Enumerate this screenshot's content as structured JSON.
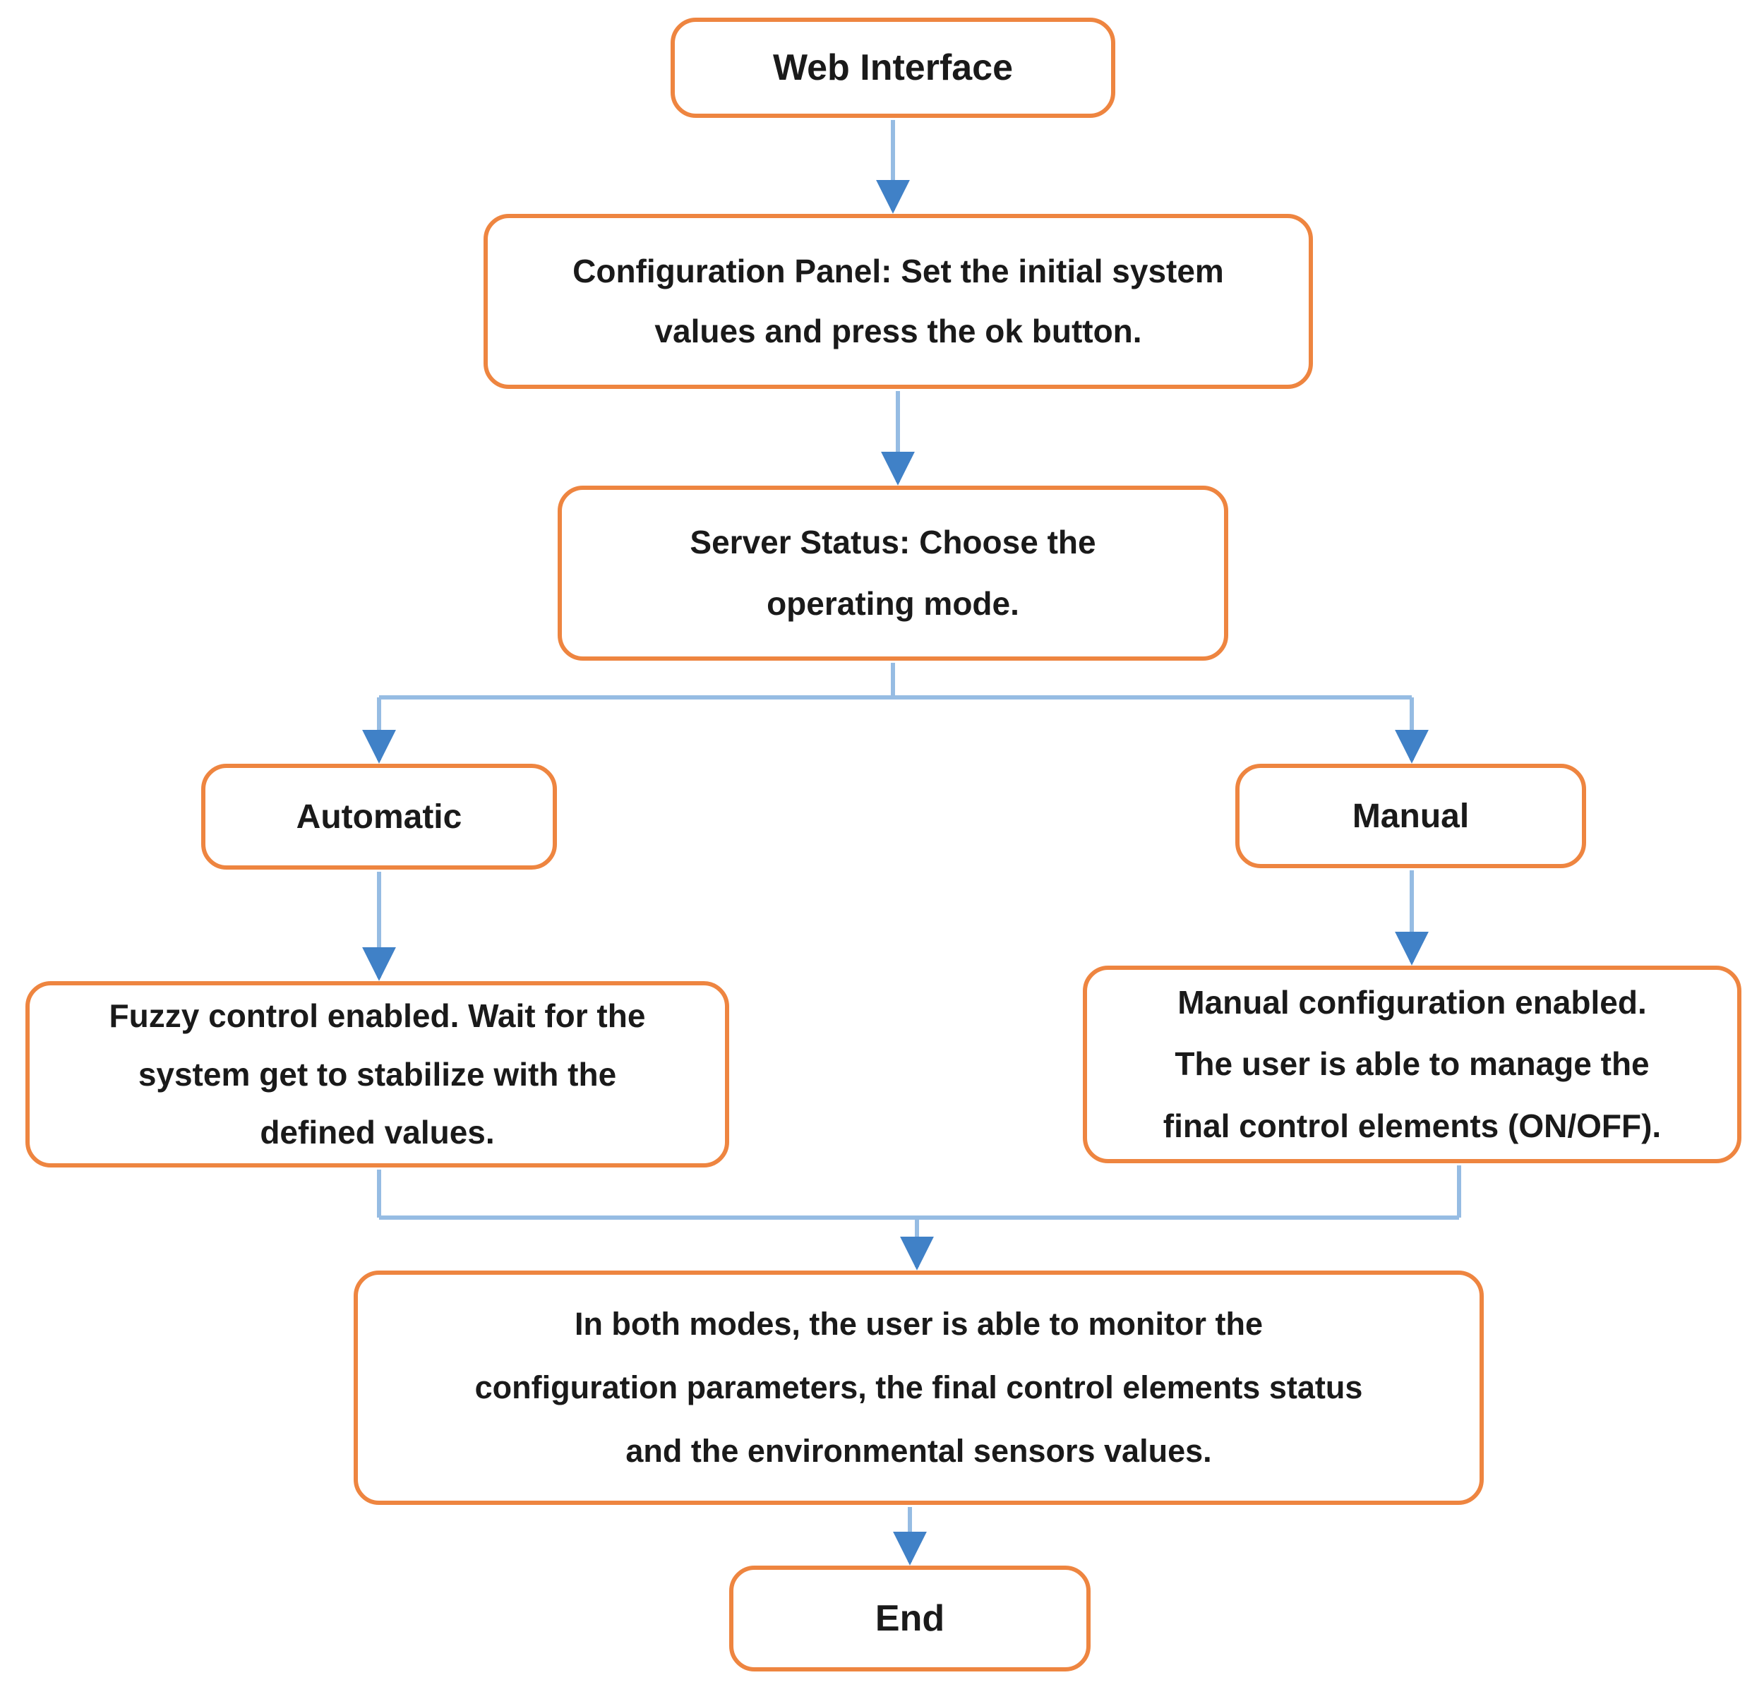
{
  "diagram": {
    "type": "flowchart",
    "title": "Web interface operating-mode flowchart",
    "colors": {
      "box_border": "#ee8540",
      "box_fill": "#ffffff",
      "text": "#1a1a1a",
      "connector_line": "#96bce3",
      "arrowhead": "#4081c7"
    },
    "nodes": {
      "web_interface": {
        "label": "Web Interface"
      },
      "config_panel": {
        "label": "Configuration Panel: Set the initial system\nvalues and press the ok button."
      },
      "server_status": {
        "label": "Server Status: Choose the\noperating mode."
      },
      "automatic": {
        "label": "Automatic"
      },
      "manual": {
        "label": "Manual"
      },
      "fuzzy_control": {
        "label": "Fuzzy control enabled. Wait for the\nsystem get to stabilize with the\ndefined values."
      },
      "manual_config": {
        "label": "Manual configuration enabled.\nThe user is able to manage the\nfinal control elements (ON/OFF)."
      },
      "monitor": {
        "label": "In both modes, the user is able to monitor the\nconfiguration parameters, the final control elements status\nand the environmental sensors values."
      },
      "end": {
        "label": "End"
      }
    },
    "edges": [
      {
        "from": "web_interface",
        "to": "config_panel"
      },
      {
        "from": "config_panel",
        "to": "server_status"
      },
      {
        "from": "server_status",
        "to": "automatic"
      },
      {
        "from": "server_status",
        "to": "manual"
      },
      {
        "from": "automatic",
        "to": "fuzzy_control"
      },
      {
        "from": "manual",
        "to": "manual_config"
      },
      {
        "from": "fuzzy_control",
        "to": "monitor"
      },
      {
        "from": "manual_config",
        "to": "monitor"
      },
      {
        "from": "monitor",
        "to": "end"
      }
    ]
  }
}
